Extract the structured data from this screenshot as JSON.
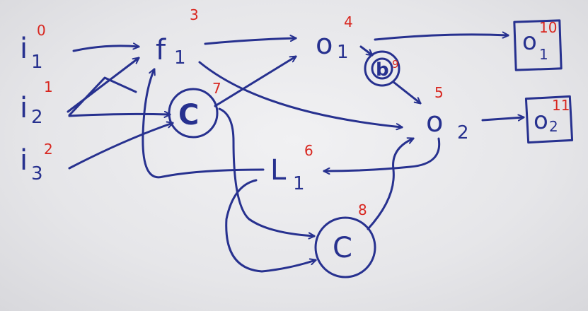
{
  "colors": {
    "ink": "#27318f",
    "index": "#d8261f",
    "board": "#ebebee"
  },
  "nodes": {
    "i1": {
      "letter": "i",
      "sub": "1",
      "index": "0"
    },
    "i2": {
      "letter": "i",
      "sub": "2",
      "index": "1"
    },
    "i3": {
      "letter": "i",
      "sub": "3",
      "index": "2"
    },
    "f1": {
      "letter": "f",
      "sub": "1",
      "index": "3"
    },
    "o1": {
      "letter": "o",
      "sub": "1",
      "index": "4"
    },
    "o2": {
      "letter": "o",
      "sub": "2",
      "index": "5"
    },
    "l1": {
      "letter": "L",
      "sub": "1",
      "index": "6"
    },
    "c7": {
      "letter": "C",
      "index": "7"
    },
    "c8": {
      "letter": "C",
      "index": "8"
    },
    "b": {
      "letter": "b",
      "index": "9"
    },
    "out1": {
      "letter": "o",
      "sub": "1",
      "index": "10"
    },
    "out2": {
      "letter": "o",
      "sub": "2",
      "index": "11"
    }
  }
}
